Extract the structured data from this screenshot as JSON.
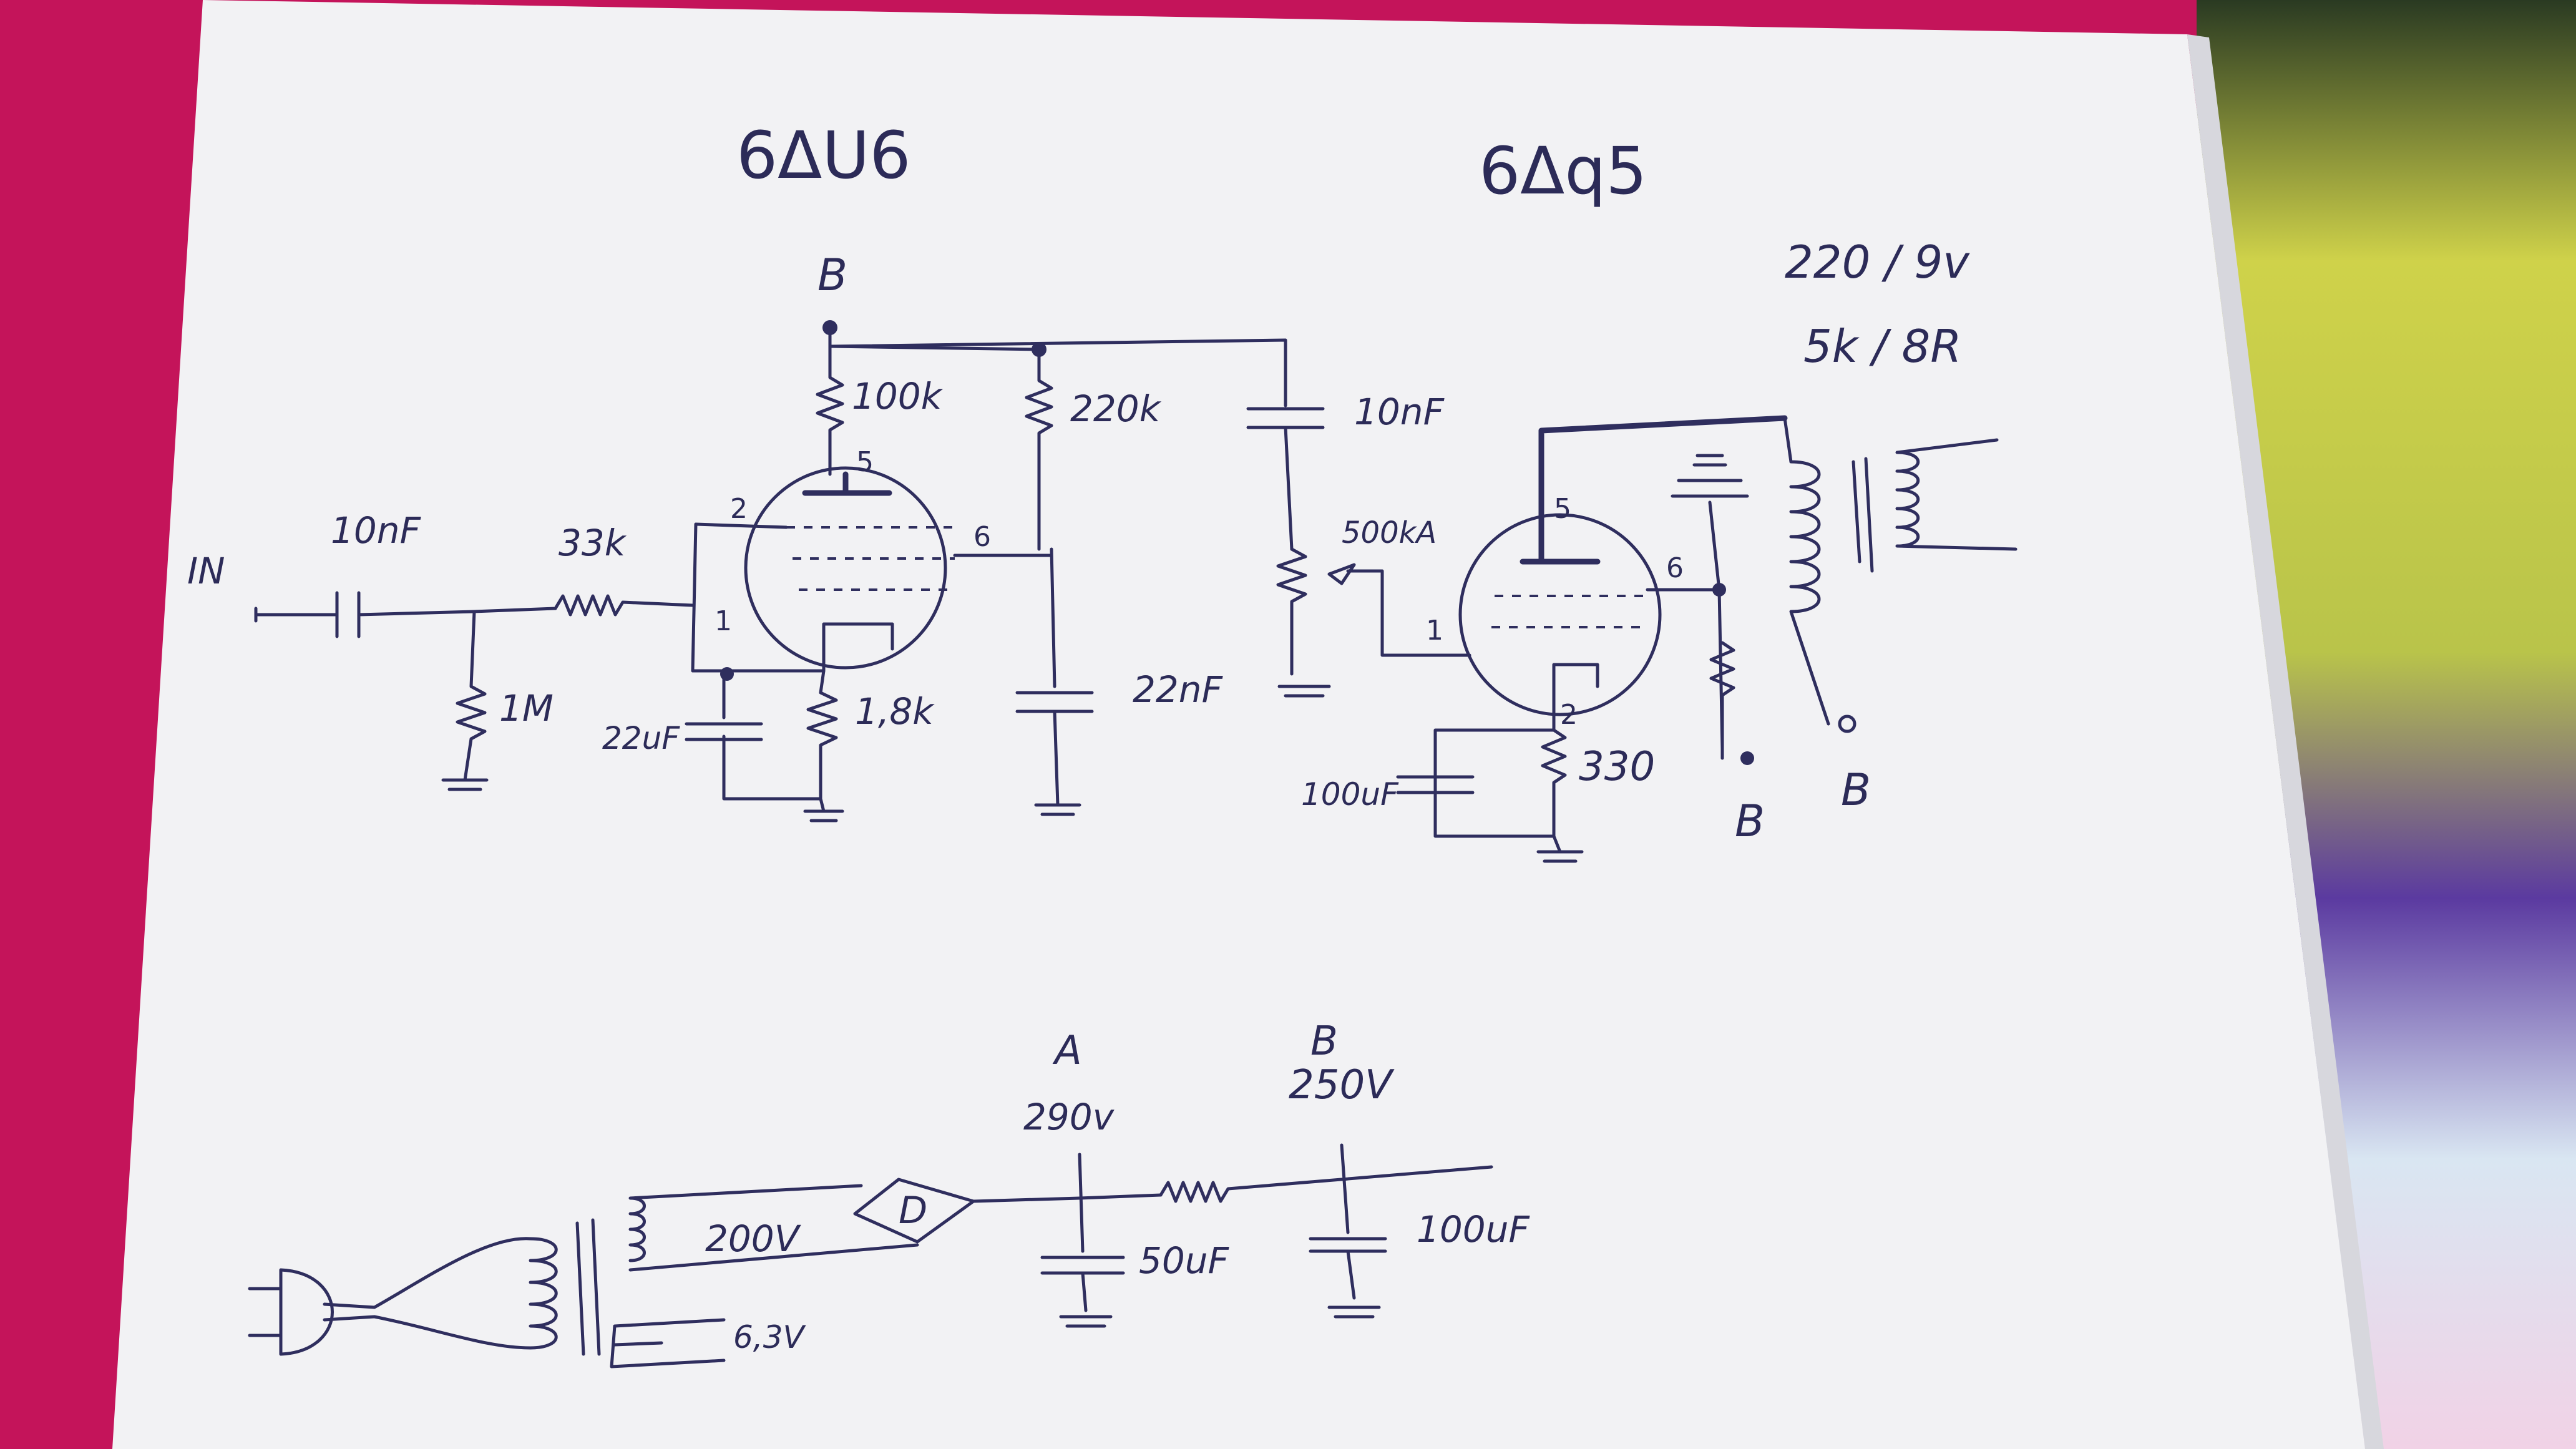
{
  "tubes": {
    "left": "6ΔU6",
    "right": "6Δq5"
  },
  "transformer_note": {
    "ratio": "220 / 9v",
    "impedance": "5k / 8R"
  },
  "supply_nodes": {
    "b_top": "B",
    "b_out1": "B",
    "b_out2": "B"
  },
  "input": {
    "label": "IN"
  },
  "components": {
    "c_in": "10nF",
    "r_grid": "1M",
    "r_series": "33k",
    "r_plate": "100k",
    "r_screen": "220k",
    "c_coupling": "10nF",
    "pot": "500kA",
    "c_cathode1": "22uF",
    "r_cathode1": "1,8k",
    "c_screen": "22nF",
    "c_cathode2": "100uF",
    "r_cathode2": "330"
  },
  "pins": {
    "t1_p5": "5",
    "t1_p2": "2",
    "t1_p6": "6",
    "t1_p1": "1",
    "t2_p5": "5",
    "t2_p6": "6",
    "t2_p1": "1",
    "t2_p2": "2"
  },
  "power_supply": {
    "node_a": "A",
    "node_a_volt": "290v",
    "node_b": "B",
    "node_b_volt": "250V",
    "secondary_hv": "200V",
    "secondary_heater": "6,3V",
    "c_filter1": "50uF",
    "c_filter2": "100uF",
    "rectifier": "D"
  },
  "colors": {
    "ink": "#2c2b58",
    "paper": "#f3f3f5",
    "background": "#c4145a"
  }
}
